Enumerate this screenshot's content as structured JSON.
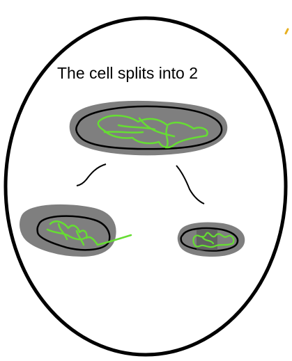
{
  "caption": "The cell splits into 2",
  "colors": {
    "outline": "#000000",
    "cell_fill": "#7f7f7f",
    "chromatin": "#66dd33",
    "accent": "#e8b020"
  },
  "elements": {
    "outer_boundary": "large-ellipse-outline",
    "parent_cell": "gray-cell-with-green-chromatin",
    "daughter_cell_left": "gray-cell-with-green-chromatin",
    "daughter_cell_right": "gray-cell-with-green-chromatin"
  }
}
